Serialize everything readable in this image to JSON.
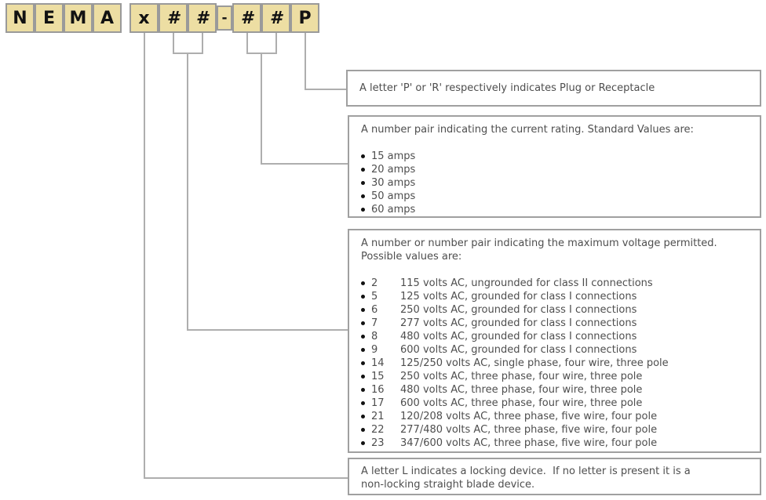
{
  "code": {
    "nema": [
      "N",
      "E",
      "M",
      "A"
    ],
    "pattern": [
      "x",
      "#",
      "#",
      "-",
      "#",
      "#",
      "P"
    ]
  },
  "panels": {
    "plug": {
      "text": "A letter 'P' or 'R' respectively indicates Plug or Receptacle"
    },
    "current": {
      "header": "A number pair indicating the current rating. Standard Values are:",
      "items": [
        "15 amps",
        "20 amps",
        "30 amps",
        "50 amps",
        "60 amps"
      ]
    },
    "voltage": {
      "header": "A number or number pair indicating the maximum voltage permitted.\nPossible values are:",
      "items": [
        {
          "code": "2",
          "desc": "115 volts AC, ungrounded for class II connections"
        },
        {
          "code": "5",
          "desc": "125 volts AC, grounded for class I connections"
        },
        {
          "code": "6",
          "desc": "250 volts AC, grounded for class I connections"
        },
        {
          "code": "7",
          "desc": "277 volts AC, grounded for class I connections"
        },
        {
          "code": "8",
          "desc": "480 volts AC, grounded for class I connections"
        },
        {
          "code": "9",
          "desc": "600 volts AC, grounded for class I connections"
        },
        {
          "code": "14",
          "desc": "125/250 volts AC, single phase, four wire, three pole"
        },
        {
          "code": "15",
          "desc": "250 volts AC, three phase, four wire, three pole"
        },
        {
          "code": "16",
          "desc": "480 volts AC, three phase, four wire, three pole"
        },
        {
          "code": "17",
          "desc": "600 volts AC, three phase, four wire, three pole"
        },
        {
          "code": "21",
          "desc": "120/208 volts AC, three phase, five wire, four pole"
        },
        {
          "code": "22",
          "desc": "277/480 volts AC, three phase, five wire, four pole"
        },
        {
          "code": "23",
          "desc": "347/600 volts AC, three phase, five wire, four pole"
        }
      ]
    },
    "locking": {
      "text": "A letter L indicates a locking device.  If no letter is present it is a\nnon-locking straight blade device."
    }
  },
  "colors": {
    "cell_background": "#eddea3",
    "cell_border": "#9a9a9a",
    "connector_line": "#aeaeae",
    "panel_border": "#a0a0a0",
    "panel_text": "#4e4e4e"
  }
}
